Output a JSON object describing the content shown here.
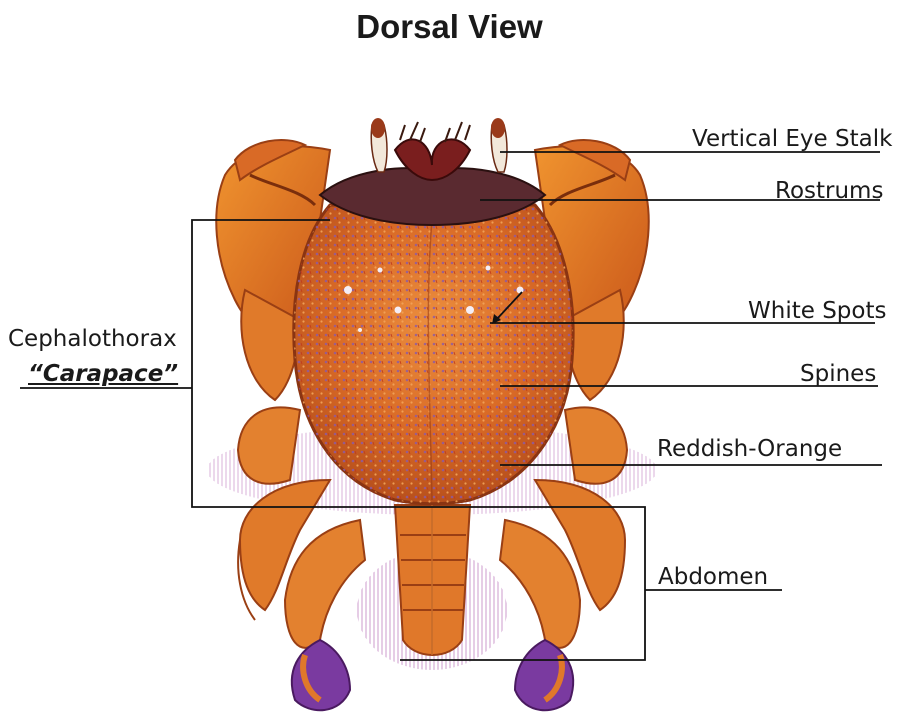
{
  "title": "Dorsal View",
  "labels": {
    "eye_stalk": "Vertical Eye Stalk",
    "rostrums": "Rostrums",
    "white_spots": "White Spots",
    "spines": "Spines",
    "color": "Reddish-Orange",
    "abdomen": "Abdomen",
    "cephalothorax": "Cephalothorax",
    "carapace": "“Carapace”"
  },
  "colors": {
    "body_orange": "#e0782a",
    "shell_dark": "#c4541c",
    "spot_purple": "#7a4a9a",
    "hair_pink": "#c890c8",
    "leader_line": "#111111"
  }
}
